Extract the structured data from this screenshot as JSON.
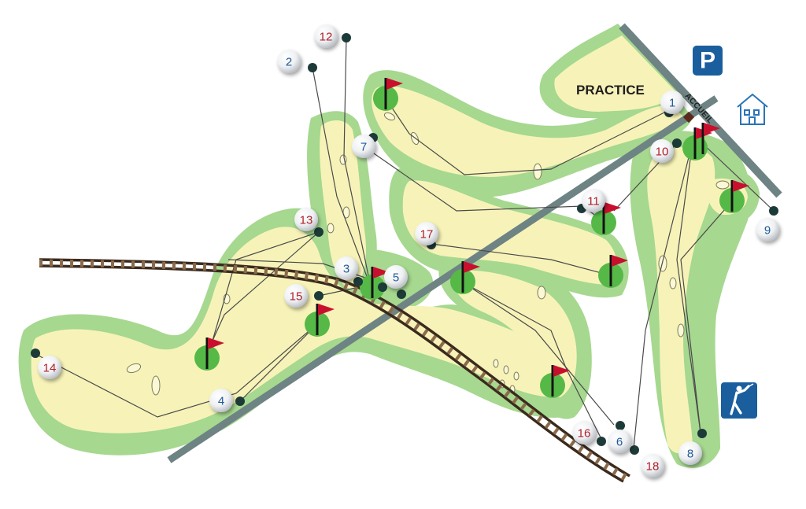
{
  "map": {
    "practice_label": "PRACTICE",
    "accueil_label": "ACCUEIL",
    "parking_letter": "P",
    "icons": [
      "parking-icon",
      "clubhouse-icon",
      "golfer-icon"
    ],
    "colors": {
      "rough": "#a6d88f",
      "fairway": "#f7f3b8",
      "green": "#56b947",
      "flag": "#c8102e",
      "road": "#6e8383",
      "blue_number": "#1f5a9a",
      "red_number": "#b0202c",
      "sign_blue": "#1b5e9e"
    }
  },
  "holes": [
    {
      "num": "1",
      "color": "blue"
    },
    {
      "num": "2",
      "color": "blue"
    },
    {
      "num": "3",
      "color": "blue"
    },
    {
      "num": "4",
      "color": "blue"
    },
    {
      "num": "5",
      "color": "blue"
    },
    {
      "num": "6",
      "color": "blue"
    },
    {
      "num": "7",
      "color": "blue"
    },
    {
      "num": "8",
      "color": "blue"
    },
    {
      "num": "9",
      "color": "blue"
    },
    {
      "num": "10",
      "color": "red"
    },
    {
      "num": "11",
      "color": "red"
    },
    {
      "num": "12",
      "color": "red"
    },
    {
      "num": "13",
      "color": "red"
    },
    {
      "num": "14",
      "color": "red"
    },
    {
      "num": "15",
      "color": "red"
    },
    {
      "num": "16",
      "color": "red"
    },
    {
      "num": "17",
      "color": "red"
    },
    {
      "num": "18",
      "color": "red"
    }
  ]
}
